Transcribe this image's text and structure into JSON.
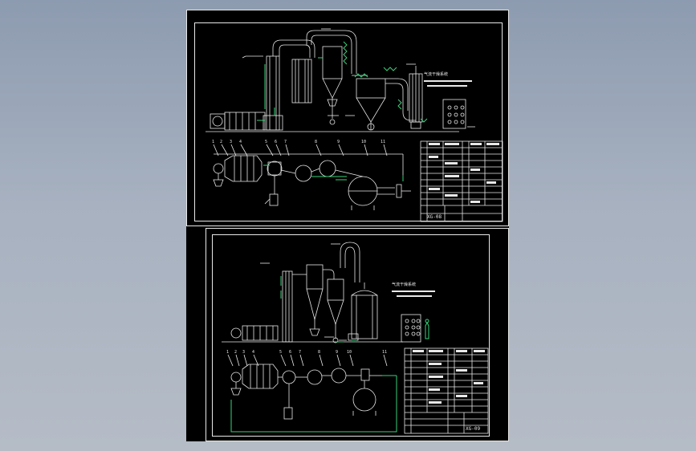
{
  "colors": {
    "background": "#9aa6b8",
    "sheet": "#000000",
    "line": "#e8e8e8",
    "accent": "#38d27a"
  },
  "upper_drawing": {
    "label_drying_system": "气流干燥系统",
    "part_numbers": [
      "1",
      "2",
      "3",
      "4",
      "5",
      "6",
      "7",
      "8",
      "9",
      "10",
      "11"
    ],
    "title_code": "XG-08"
  },
  "lower_drawing": {
    "label_drying_system": "气流干燥系统",
    "part_numbers": [
      "1",
      "2",
      "3",
      "4",
      "5",
      "6",
      "7",
      "8",
      "9",
      "10",
      "11"
    ],
    "title_code": "XG-09"
  }
}
